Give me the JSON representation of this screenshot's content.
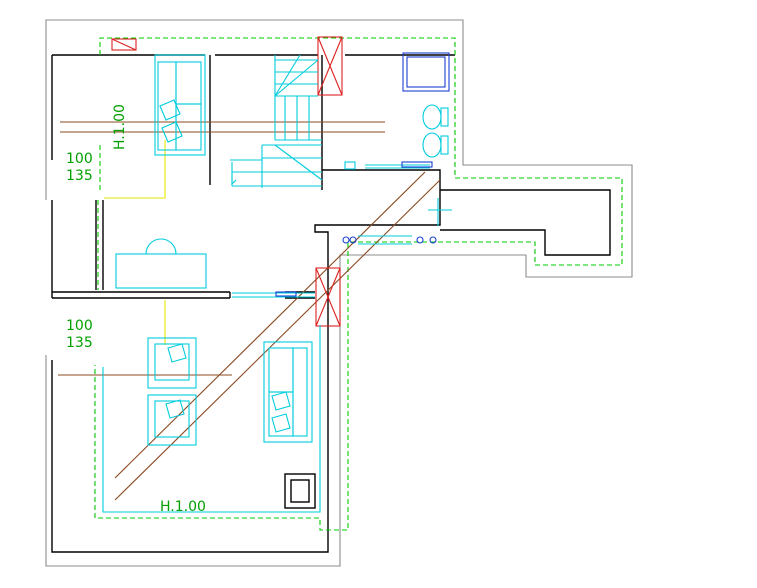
{
  "labels": {
    "ceiling_h_upper": "H.1.00",
    "ceiling_h_lower": "H.1.00",
    "dim_upper_top": "100",
    "dim_upper_bottom": "135",
    "dim_lower_top": "100",
    "dim_lower_bottom": "135"
  },
  "colors": {
    "walls": "#000000",
    "walls_secondary": "#8c8c8c",
    "boundary_dashed": "#00cc00",
    "furniture": "#00ccdd",
    "beams": "#8b4a22",
    "openings": "#dd2222",
    "guide_line": "#e6e600",
    "sanitary": "#1a3fd0"
  },
  "icons": [
    "sofa-icon",
    "armchair-icon",
    "staircase-icon",
    "toilet-icon",
    "bidet-icon",
    "shower-tray-icon",
    "radiator-icon",
    "table-icon",
    "skylight-icon"
  ]
}
